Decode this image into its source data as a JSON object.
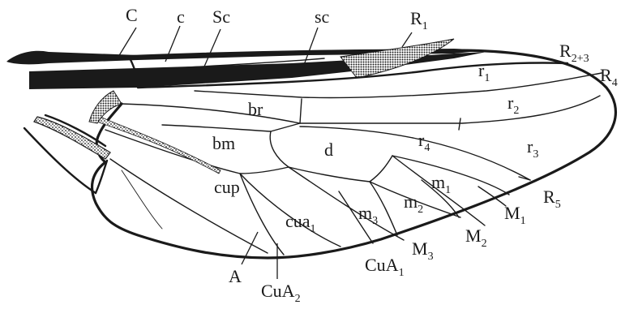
{
  "figure": {
    "labels": {
      "C": {
        "main": "C",
        "sub": ""
      },
      "c": {
        "main": "c",
        "sub": ""
      },
      "Sc": {
        "main": "Sc",
        "sub": ""
      },
      "sc": {
        "main": "sc",
        "sub": ""
      },
      "R1": {
        "main": "R",
        "sub": "1"
      },
      "R23": {
        "main": "R",
        "sub": "2+3"
      },
      "R4": {
        "main": "R",
        "sub": "4"
      },
      "r1": {
        "main": "r",
        "sub": "1"
      },
      "r2": {
        "main": "r",
        "sub": "2"
      },
      "r3": {
        "main": "r",
        "sub": "3"
      },
      "r4": {
        "main": "r",
        "sub": "4"
      },
      "br": {
        "main": "br",
        "sub": ""
      },
      "bm": {
        "main": "bm",
        "sub": ""
      },
      "d": {
        "main": "d",
        "sub": ""
      },
      "m1": {
        "main": "m",
        "sub": "1"
      },
      "m2": {
        "main": "m",
        "sub": "2"
      },
      "m3": {
        "main": "m",
        "sub": "3"
      },
      "cup": {
        "main": "cup",
        "sub": ""
      },
      "cua1": {
        "main": "cua",
        "sub": "1"
      },
      "R5": {
        "main": "R",
        "sub": "5"
      },
      "M1": {
        "main": "M",
        "sub": "1"
      },
      "M2": {
        "main": "M",
        "sub": "2"
      },
      "M3": {
        "main": "M",
        "sub": "3"
      },
      "CuA1": {
        "main": "CuA",
        "sub": "1"
      },
      "CuA2": {
        "main": "CuA",
        "sub": "2"
      },
      "A": {
        "main": "A",
        "sub": ""
      }
    }
  }
}
